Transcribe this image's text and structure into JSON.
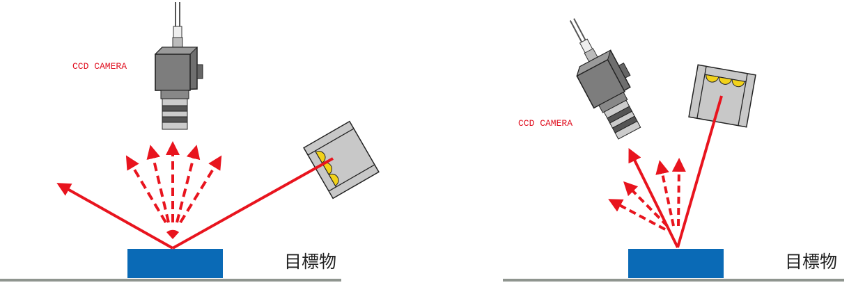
{
  "panels": [
    {
      "camera_label": "CCD CAMERA",
      "target_label": "目標物"
    },
    {
      "camera_label": "CCD CAMERA",
      "target_label": "目標物"
    }
  ],
  "colors": {
    "ray": "#e8141e",
    "target": "#0a6ab6",
    "ground": "#8f958f",
    "light_housing": "#c8c8c8",
    "led": "#f2d21a",
    "camera_body": "#7a7a7a"
  }
}
